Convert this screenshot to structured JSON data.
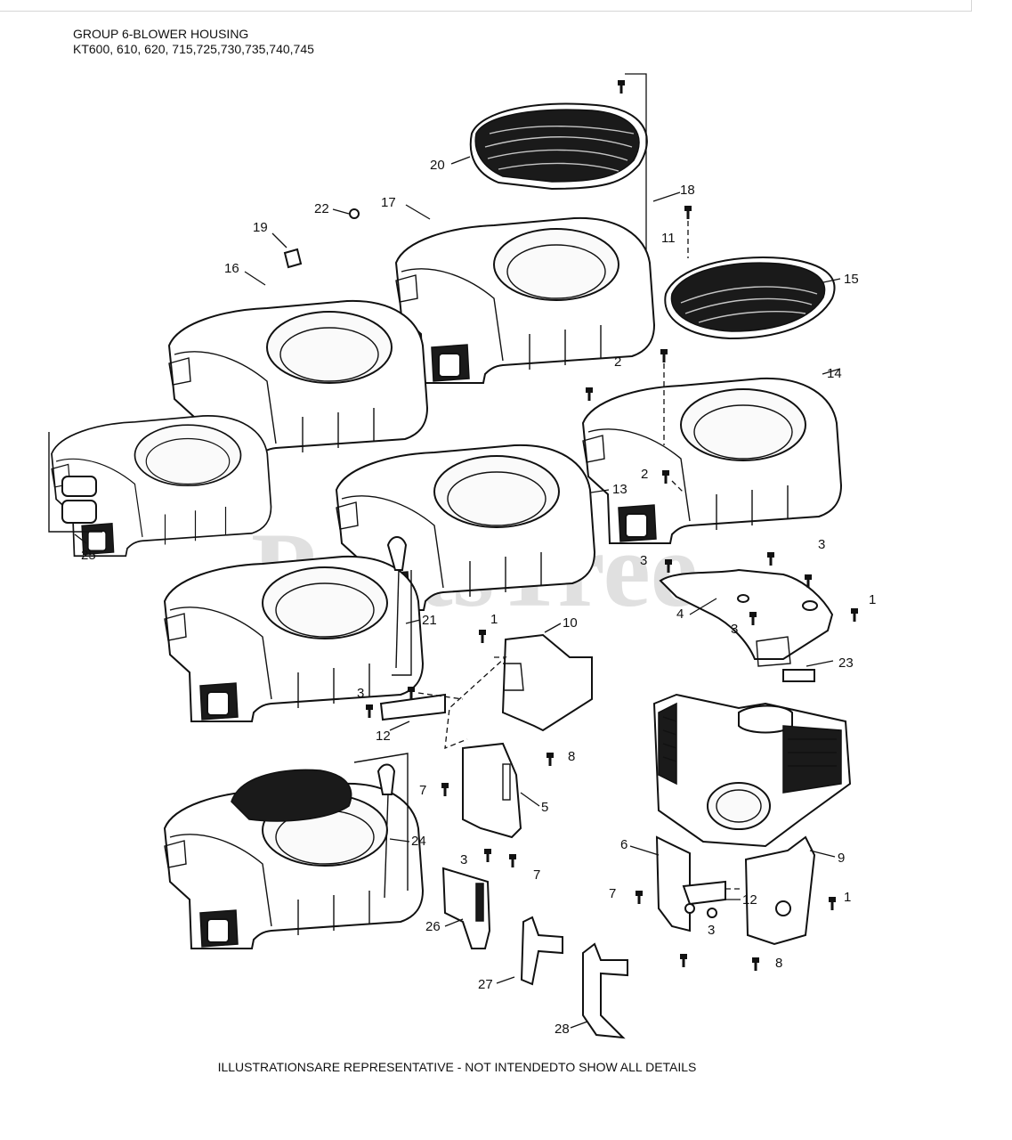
{
  "header": {
    "title": "GROUP 6-BLOWER HOUSING",
    "models": "KT600, 610, 620, 715,725,730,735,740,745"
  },
  "footer": {
    "note": "ILLUSTRATIONSARE REPRESENTATIVE - NOT INTENDEDTO SHOW ALL DETAILS"
  },
  "watermark": "PartsTree",
  "callouts": {
    "c1a": "1",
    "c1b": "1",
    "c1c": "1",
    "c2a": "2",
    "c2b": "2",
    "c3a": "3",
    "c3b": "3",
    "c3c": "3",
    "c3d": "3",
    "c3e": "3",
    "c3f": "3",
    "c4": "4",
    "c5": "5",
    "c6": "6",
    "c7a": "7",
    "c7b": "7",
    "c7c": "7",
    "c8a": "8",
    "c8b": "8",
    "c9": "9",
    "c10": "10",
    "c11": "11",
    "c12a": "12",
    "c12b": "12",
    "c13": "13",
    "c14": "14",
    "c15": "15",
    "c16": "16",
    "c17": "17",
    "c18": "18",
    "c19": "19",
    "c20": "20",
    "c21": "21",
    "c22": "22",
    "c23": "23",
    "c24": "24",
    "c25": "25",
    "c26": "26",
    "c27": "27",
    "c28": "28"
  }
}
